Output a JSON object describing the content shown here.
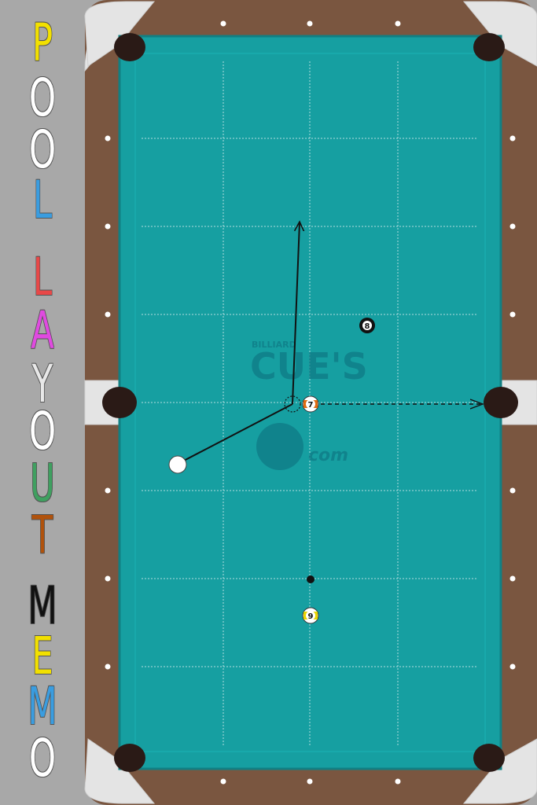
{
  "sidebar": {
    "title_letters": [
      {
        "char": "P",
        "color": "#f2e000"
      },
      {
        "char": "O",
        "color": "#ffffff"
      },
      {
        "char": "O",
        "color": "#ffffff"
      },
      {
        "char": "L",
        "color": "#3a9de0"
      },
      {
        "char": "L",
        "color": "#e84848"
      },
      {
        "char": "A",
        "color": "#e04ae0"
      },
      {
        "char": "Y",
        "color": "#e8e8e8"
      },
      {
        "char": "O",
        "color": "#ffffff"
      },
      {
        "char": "U",
        "color": "#3fa060"
      },
      {
        "char": "T",
        "color": "#b0520c"
      },
      {
        "char": "M",
        "color": "#111111"
      },
      {
        "char": "E",
        "color": "#f2e000"
      },
      {
        "char": "M",
        "color": "#3a9de0"
      },
      {
        "char": "O",
        "color": "#ffffff"
      }
    ]
  },
  "table": {
    "cloth_color": "#169fa1",
    "rail_color": "#7a5640",
    "corner_color": "#e4e4e4",
    "pocket_color": "#2a1a16",
    "watermark": {
      "small": "BILLIARD",
      "big": "CUE'S",
      "logo_suffix": "com"
    },
    "balls": [
      {
        "id": "cue",
        "label": "",
        "type": "cue"
      },
      {
        "id": "ball-7",
        "label": "7",
        "type": "stripe",
        "color": "#e06a10"
      },
      {
        "id": "ball-8",
        "label": "8",
        "type": "solid",
        "color": "#111111"
      },
      {
        "id": "ball-9",
        "label": "9",
        "type": "stripe",
        "color": "#e8d400"
      }
    ],
    "marker": "spot"
  }
}
